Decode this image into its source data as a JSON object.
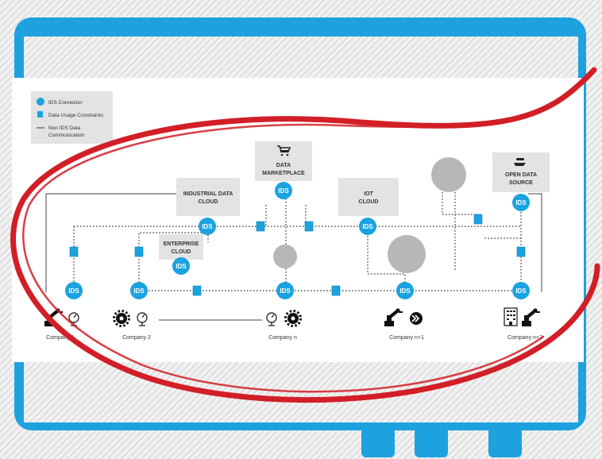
{
  "legend": {
    "connector": "IDS Connector",
    "usage": "Data Usage Constraints",
    "non_ids_line1": "Non IDS Data",
    "non_ids_line2": "Communication"
  },
  "ids_label": "IDS",
  "boxes": {
    "industrial_cloud": [
      "INDUSTRIAL DATA",
      "CLOUD"
    ],
    "marketplace": [
      "DATA",
      "MARKETPLACE"
    ],
    "iot_cloud": [
      "IOT",
      "CLOUD"
    ],
    "enterprise_cloud": [
      "ENTERPRISE",
      "CLOUD"
    ],
    "open_data_source": [
      "OPEN DATA",
      "SOURCE"
    ]
  },
  "companies": {
    "c1": "Company 1",
    "c2": "Company 2",
    "cn": "Company n",
    "cn1": "Company n+1",
    "cn2": "Company n+2"
  },
  "colors": {
    "blue": "#1aa3e0",
    "frame": "#1da1df",
    "red": "#d21f27",
    "box": "#e3e3e3",
    "gray": "#b7b7b7"
  },
  "icons": [
    "robot-arm-icon",
    "gauge-icon",
    "gear-icon",
    "cart-icon",
    "forward-icon",
    "building-icon",
    "ship-icon"
  ]
}
